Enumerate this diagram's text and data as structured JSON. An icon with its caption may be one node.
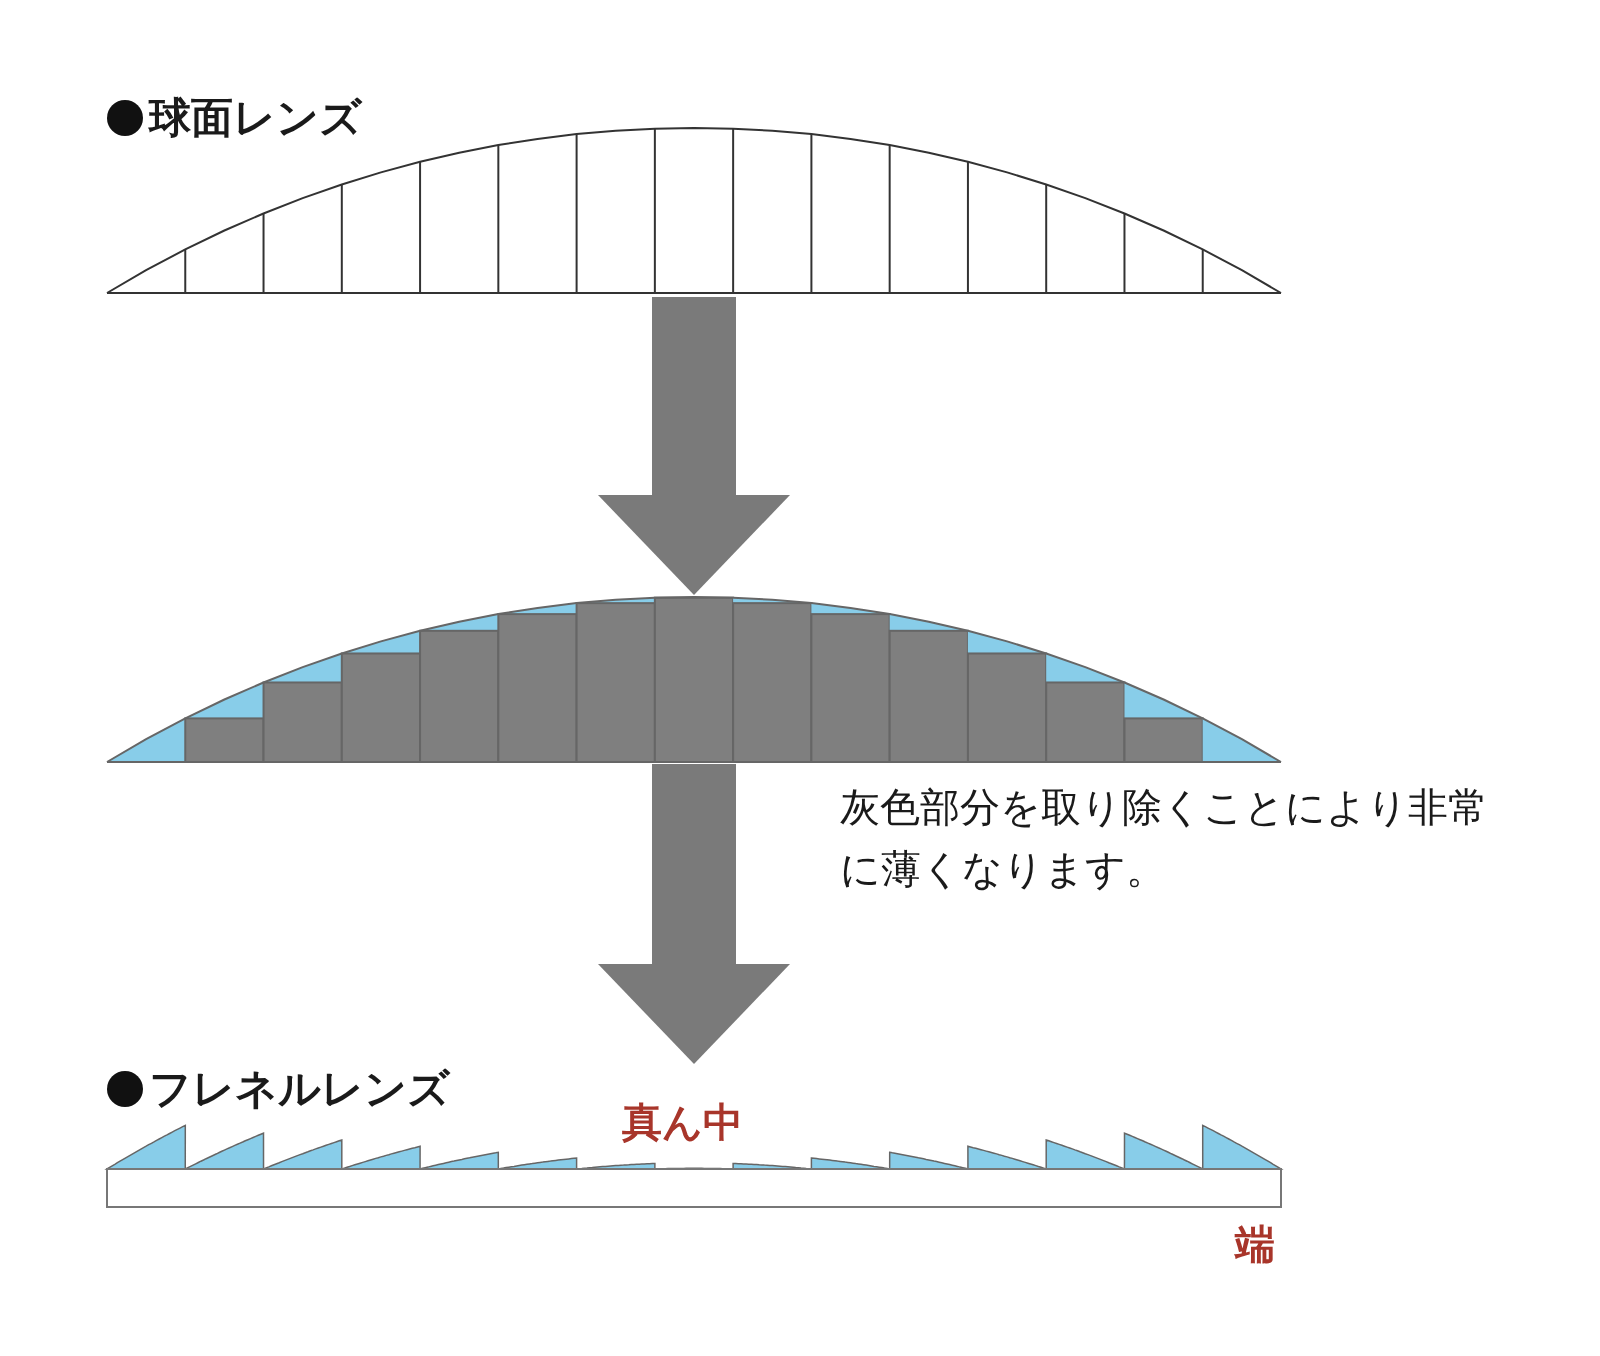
{
  "diagram": {
    "nodes": [
      {
        "text": [
          "球面レンズ"
        ]
      },
      {
        "text": [],
        "shape": "picture",
        "beside": [
          "灰色部分を取り除くことにより非常に薄くなります。"
        ]
      },
      {
        "text": [
          "フレネルレンズ"
        ]
      }
    ],
    "edges": [
      {
        "from": 0,
        "to": 1,
        "arrow": "to"
      },
      {
        "from": 1,
        "to": 2,
        "arrow": "to"
      }
    ],
    "labels": [
      "真ん中",
      "端"
    ]
  }
}
